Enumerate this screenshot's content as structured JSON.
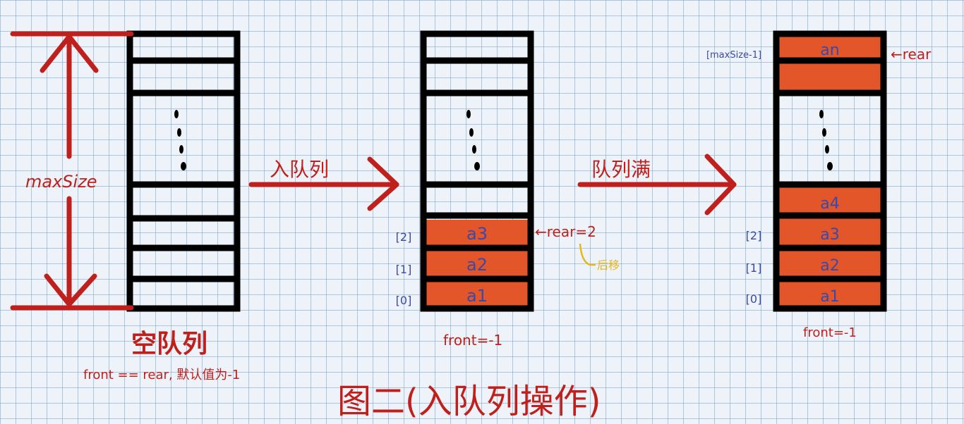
{
  "colors": {
    "red": "#c0201c",
    "blue": "#3b49a8",
    "orange_fill": "#e2562a",
    "yellow": "#e6b820",
    "black": "#000000"
  },
  "diagram": {
    "empty_queue": {
      "size_label": "maxSize",
      "title": "空队列",
      "note": "front == rear, 默认值为-1"
    },
    "arrow_enqueue": {
      "label": "入队列"
    },
    "enqueue_queue": {
      "cells": [
        "a3",
        "a2",
        "a1"
      ],
      "indices": [
        "[2]",
        "[1]",
        "[0]"
      ],
      "rear_label": "←rear=2",
      "rear_note": "后移",
      "front_label": "front=-1"
    },
    "arrow_full": {
      "label": "队列满"
    },
    "full_queue": {
      "top_cell": "an",
      "top_index": "[maxSize-1]",
      "rear_label": "←rear",
      "cells": [
        "a4",
        "a3",
        "a2",
        "a1"
      ],
      "indices": [
        "[2]",
        "[1]",
        "[0]"
      ],
      "front_label": "front=-1"
    },
    "caption": "图二(入队列操作)"
  }
}
